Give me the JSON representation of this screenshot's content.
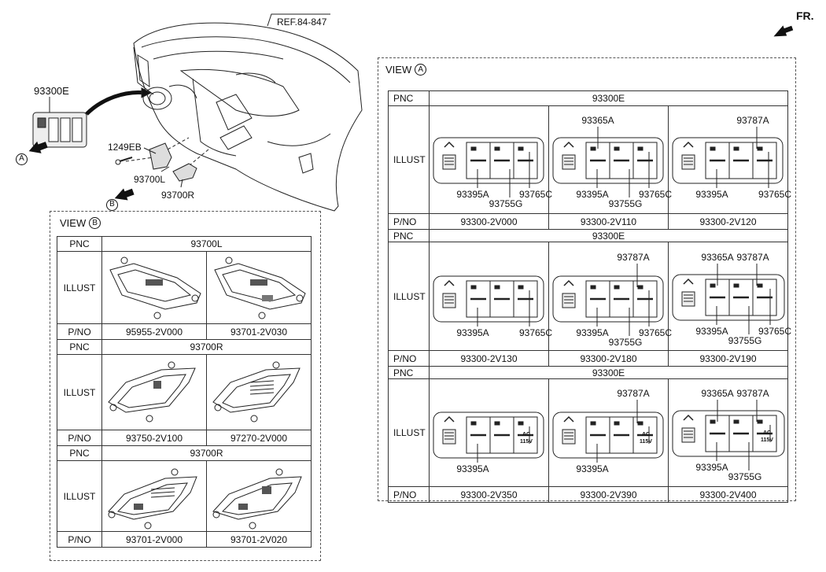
{
  "ref": "REF.84-847",
  "fr": "FR.",
  "main_labels": {
    "switch_assy": "93300E",
    "bolt": "1249EB",
    "cover_l": "93700L",
    "cover_r": "93700R",
    "view_a_marker": "A",
    "view_b_marker": "B"
  },
  "view_a": {
    "title": "VIEW",
    "marker": "A",
    "row_labels": {
      "pnc": "PNC",
      "illust": "ILLUST",
      "pno": "P/NO"
    },
    "groups": [
      {
        "pnc": "93300E",
        "items": [
          {
            "pno": "93300-2V000",
            "callouts": {
              "top": [
                "",
                ""
              ],
              "bottom": [
                "93395A",
                "93755G",
                "93765C"
              ]
            }
          },
          {
            "pno": "93300-2V110",
            "callouts": {
              "top": [
                "93365A",
                ""
              ],
              "bottom": [
                "93395A",
                "93755G",
                "93765C"
              ]
            }
          },
          {
            "pno": "93300-2V120",
            "callouts": {
              "top": [
                "",
                "93787A"
              ],
              "bottom": [
                "93395A",
                "",
                "93765C"
              ]
            }
          }
        ]
      },
      {
        "pnc": "93300E",
        "items": [
          {
            "pno": "93300-2V130",
            "callouts": {
              "top": [
                "",
                ""
              ],
              "bottom": [
                "93395A",
                "",
                "93765C"
              ]
            }
          },
          {
            "pno": "93300-2V180",
            "callouts": {
              "top": [
                "",
                "93787A"
              ],
              "bottom": [
                "93395A",
                "93755G",
                "93765C"
              ]
            }
          },
          {
            "pno": "93300-2V190",
            "callouts": {
              "top": [
                "93365A",
                "93787A"
              ],
              "bottom": [
                "93395A",
                "93755G",
                "93765C"
              ]
            }
          }
        ]
      },
      {
        "pnc": "93300E",
        "items": [
          {
            "pno": "93300-2V350",
            "callouts": {
              "top": [
                "",
                ""
              ],
              "bottom": [
                "93395A",
                "",
                ""
              ]
            }
          },
          {
            "pno": "93300-2V390",
            "callouts": {
              "top": [
                "",
                "93787A"
              ],
              "bottom": [
                "93395A",
                "",
                ""
              ]
            }
          },
          {
            "pno": "93300-2V400",
            "callouts": {
              "top": [
                "93365A",
                "93787A"
              ],
              "bottom": [
                "93395A",
                "93755G",
                ""
              ]
            }
          }
        ]
      }
    ],
    "ac_label": "AC\n115V"
  },
  "view_b": {
    "title": "VIEW",
    "marker": "B",
    "row_labels": {
      "pnc": "PNC",
      "illust": "ILLUST",
      "pno": "P/NO"
    },
    "groups": [
      {
        "pnc": "93700L",
        "items": [
          {
            "pno": "95955-2V000"
          },
          {
            "pno": "93701-2V030"
          }
        ]
      },
      {
        "pnc": "93700R",
        "items": [
          {
            "pno": "93750-2V100"
          },
          {
            "pno": "97270-2V000"
          }
        ]
      },
      {
        "pnc": "93700R",
        "items": [
          {
            "pno": "93701-2V000"
          },
          {
            "pno": "93701-2V020"
          }
        ]
      }
    ]
  }
}
